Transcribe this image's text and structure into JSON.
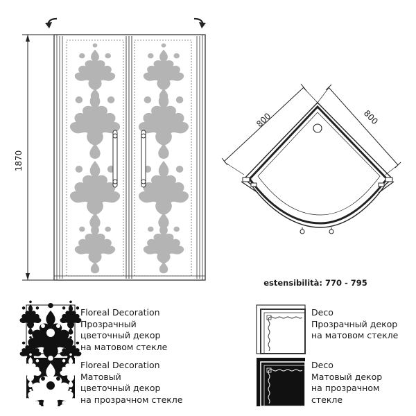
{
  "front_view": {
    "height_label": "1870"
  },
  "plan_view": {
    "side_left_label": "800",
    "side_right_label": "800",
    "extensibility_label": "estensibilità: 770 - 795"
  },
  "legend": [
    {
      "title": "Floreal Decoration",
      "line1": "Прозрачный",
      "line2": "цветочный декор",
      "line3": "на матовом стекле"
    },
    {
      "title": "Floreal Decoration",
      "line1": "Матовый",
      "line2": "цветочный декор",
      "line3": "на прозрачном стекле"
    },
    {
      "title": "Deco",
      "line1": "Прозрачный декор",
      "line2": "на матовом стекле",
      "line3": ""
    },
    {
      "title": "Deco",
      "line1": "Матовый декор",
      "line2": "на прозрачном",
      "line3": "стекле"
    }
  ]
}
